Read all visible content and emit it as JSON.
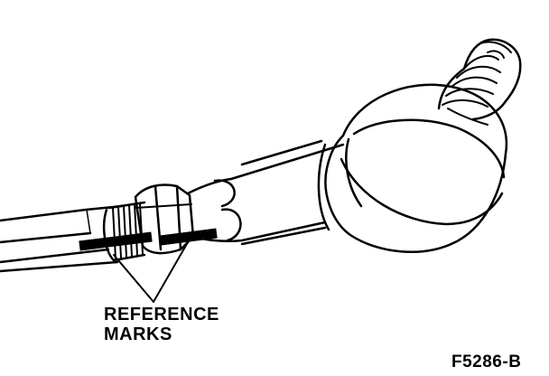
{
  "callout": {
    "line1": "REFERENCE",
    "line2": "MARKS"
  },
  "figure_id": "F5286-B",
  "colors": {
    "ink": "#000000",
    "paper": "#ffffff"
  }
}
